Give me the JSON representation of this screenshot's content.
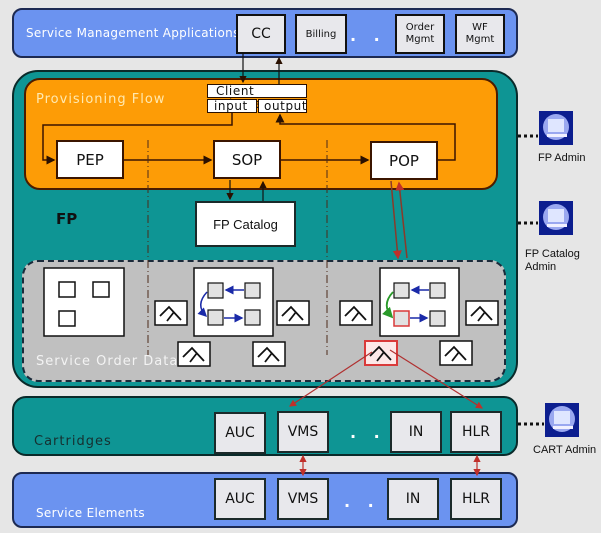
{
  "service_management": {
    "title": "Service Management Applications",
    "apps": [
      {
        "label": "CC"
      },
      {
        "label": "Billing"
      },
      {
        "label": ". . ."
      },
      {
        "label": "Order\nMgmt"
      },
      {
        "label": "WF\nMgmt"
      }
    ]
  },
  "fp": {
    "label": "FP",
    "provisioning_flow": {
      "title": "Provisioning Flow",
      "client_adapter": {
        "title": "Client Adapter",
        "input": "input",
        "output": "output"
      },
      "processors": [
        {
          "label": "PEP"
        },
        {
          "label": "SOP"
        },
        {
          "label": "POP"
        }
      ]
    },
    "catalog": {
      "label": "FP Catalog"
    },
    "service_order_data": {
      "title": "Service Order Data"
    }
  },
  "cartridges": {
    "title": "Cartridges",
    "items": [
      {
        "label": "AUC"
      },
      {
        "label": "VMS"
      },
      {
        "label": ". . ."
      },
      {
        "label": "IN"
      },
      {
        "label": "HLR"
      }
    ]
  },
  "service_elements": {
    "title": "Service Elements",
    "items": [
      {
        "label": "AUC"
      },
      {
        "label": "VMS"
      },
      {
        "label": ". . ."
      },
      {
        "label": "IN"
      },
      {
        "label": "HLR"
      }
    ]
  },
  "admins": [
    {
      "label": "FP Admin",
      "icon": "admin-workstation-icon"
    },
    {
      "label": "FP Catalog Admin",
      "icon": "admin-workstation-icon"
    },
    {
      "label": "CART Admin",
      "icon": "admin-workstation-icon"
    }
  ],
  "colors": {
    "service_layer_blue": "#6b93f0",
    "fp_teal": "#0e9594",
    "provisioning_orange": "#fd9c06",
    "sod_gray": "#c0c0c0",
    "admin_icon_navy": "#0c1e8f",
    "flow_arrow_blue": "#1a2aa8",
    "flow_arrow_green": "#2a9a2a",
    "highlight_red": "#d93a3a"
  }
}
